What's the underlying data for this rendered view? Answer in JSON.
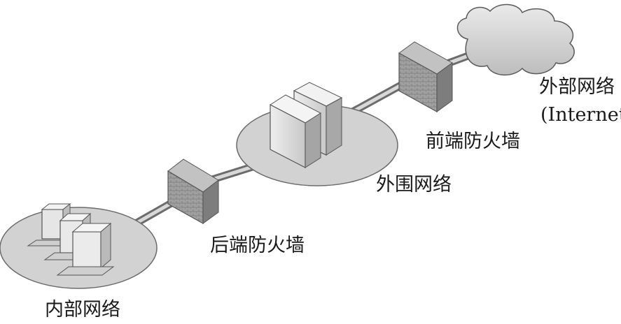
{
  "labels": {
    "external_network": "外部网络",
    "external_network_sub": "(Internet)",
    "front_firewall": "前端防火墙",
    "perimeter_network": "外围网络",
    "back_firewall": "后端防火墙",
    "internal_network": "内部网络"
  },
  "colors": {
    "zone_fill": "#d0d0d0",
    "firewall_fill": "#9a9a9a",
    "server_fill": "#d8d8d8",
    "cloud_fill": "#cfcfcf",
    "link": "#8a8a8a"
  }
}
